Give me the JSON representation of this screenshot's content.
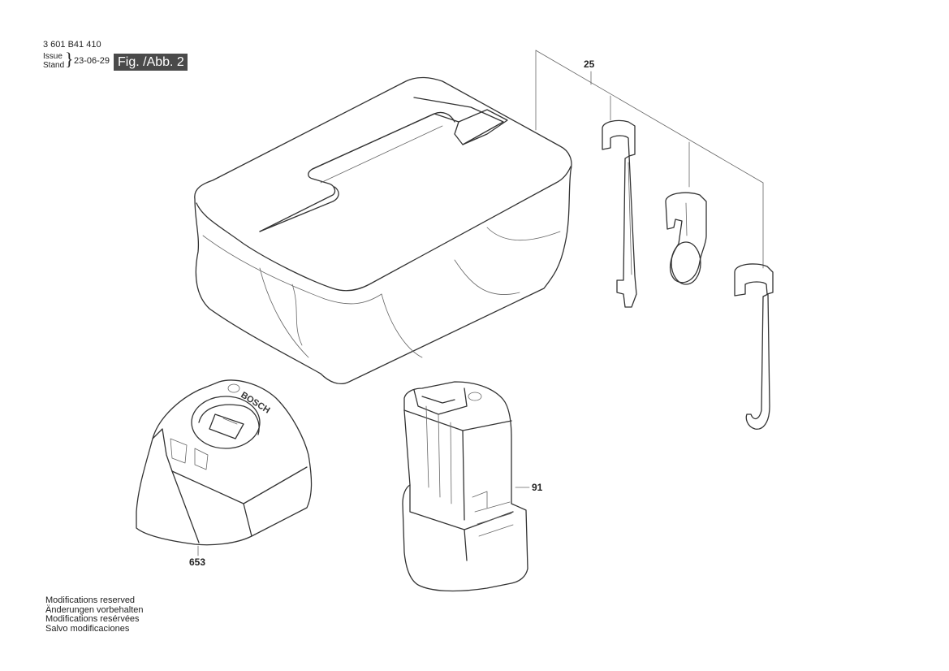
{
  "header": {
    "part_number": "3 601 B41 410",
    "issue_label": "Issue",
    "stand_label": "Stand",
    "date": "23-06-29",
    "figure_label": "Fig. /Abb. 2"
  },
  "callouts": {
    "holders": "25",
    "battery": "91",
    "charger": "653"
  },
  "charger_logo_text": "BOSCH",
  "footer": [
    "Modifications reserved",
    "Änderungen vorbehalten",
    "Modifications resérvées",
    "Salvo modificaciones"
  ]
}
